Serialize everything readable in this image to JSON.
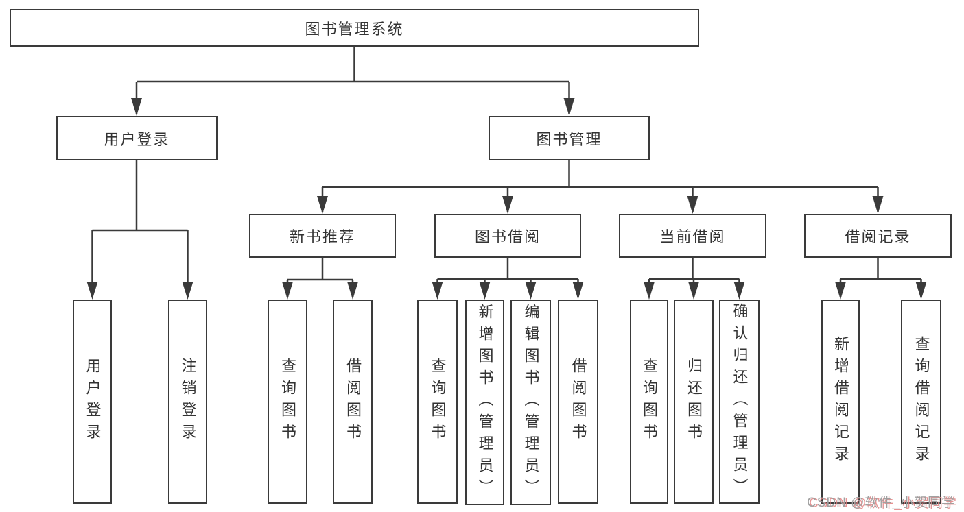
{
  "colors": {
    "line": "#3a3a3a",
    "box_border": "#3a3a3a",
    "text": "#333333",
    "background": "#ffffff",
    "watermark_gray": "#a0a0a0",
    "watermark_red": "#e28080"
  },
  "tree": {
    "root": {
      "label": "图书管理系统",
      "children": [
        {
          "label": "用户登录",
          "children": [
            {
              "label": "用户登录"
            },
            {
              "label": "注销登录"
            }
          ]
        },
        {
          "label": "图书管理",
          "children": [
            {
              "label": "新书推荐",
              "children": [
                {
                  "label": "查询图书"
                },
                {
                  "label": "借阅图书"
                }
              ]
            },
            {
              "label": "图书借阅",
              "children": [
                {
                  "label": "查询图书"
                },
                {
                  "label": "新增图书（管理员）"
                },
                {
                  "label": "编辑图书（管理员）"
                },
                {
                  "label": "借阅图书"
                }
              ]
            },
            {
              "label": "当前借阅",
              "children": [
                {
                  "label": "查询图书"
                },
                {
                  "label": "归还图书"
                },
                {
                  "label": "确认归还（管理员）"
                }
              ]
            },
            {
              "label": "借阅记录",
              "children": [
                {
                  "label": "新增借阅记录"
                },
                {
                  "label": "查询借阅记录"
                }
              ]
            }
          ]
        }
      ]
    }
  },
  "watermark": {
    "text": "CSDN @软件_小贺同学"
  }
}
